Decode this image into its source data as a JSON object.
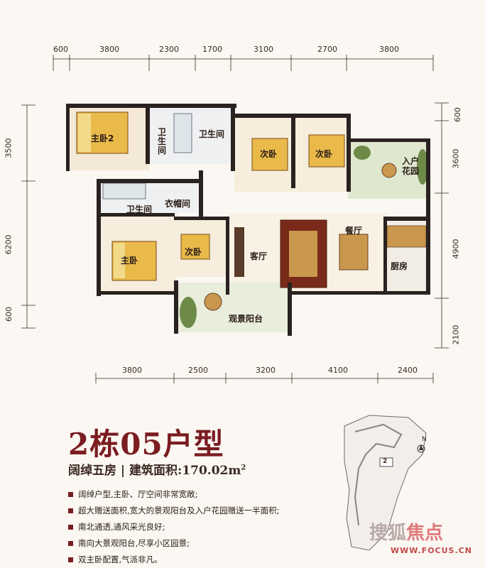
{
  "dimensions": {
    "top": [
      "600",
      "3800",
      "2300",
      "1700",
      "3100",
      "2700",
      "3800"
    ],
    "bottom": [
      "3800",
      "2500",
      "3200",
      "4100",
      "2400"
    ],
    "left": [
      "3500",
      "6200",
      "600"
    ],
    "right": [
      "600",
      "3600",
      "4900",
      "2100"
    ]
  },
  "rooms": {
    "master_bedroom_2": "主卧2",
    "bathroom_a": "卫生间",
    "bathroom_b": "卫生间",
    "bedroom_a": "次卧",
    "bedroom_b": "次卧",
    "entry_garden": "入户花园",
    "bathroom_c": "卫生间",
    "cloakroom": "衣帽间",
    "bedroom_c": "次卧",
    "master_bedroom": "主卧",
    "living_room": "客厅",
    "dining_room": "餐厅",
    "kitchen": "厨房",
    "view_balcony": "观景阳台"
  },
  "title": "2栋05户型",
  "subtitle": {
    "text": "阔绰五房 | 建筑面积:170.02m",
    "unit_sup": "2"
  },
  "features": [
    "阔绰户型,主卧、厅空间非常宽敞;",
    "超大赠送面积,宽大的景观阳台及入户花园赠送一半面积;",
    "南北通透,通风采光良好;",
    "南向大景观阳台,尽享小区园景;",
    "双主卧配置,气派非凡。"
  ],
  "site_plan": {
    "north_label": "N",
    "unit_tag": "2"
  },
  "watermark": {
    "brand_left": "搜狐",
    "brand_right": "焦点",
    "url": "WWW.FOCUS.CN"
  },
  "colors": {
    "title": "#7a1c20",
    "wall": "#2a2220",
    "floor": "#f6eddc",
    "wood": "#c9984e",
    "sofa": "#7a2a1a",
    "bed": "#e9b94a",
    "green": "#6d8a48"
  }
}
